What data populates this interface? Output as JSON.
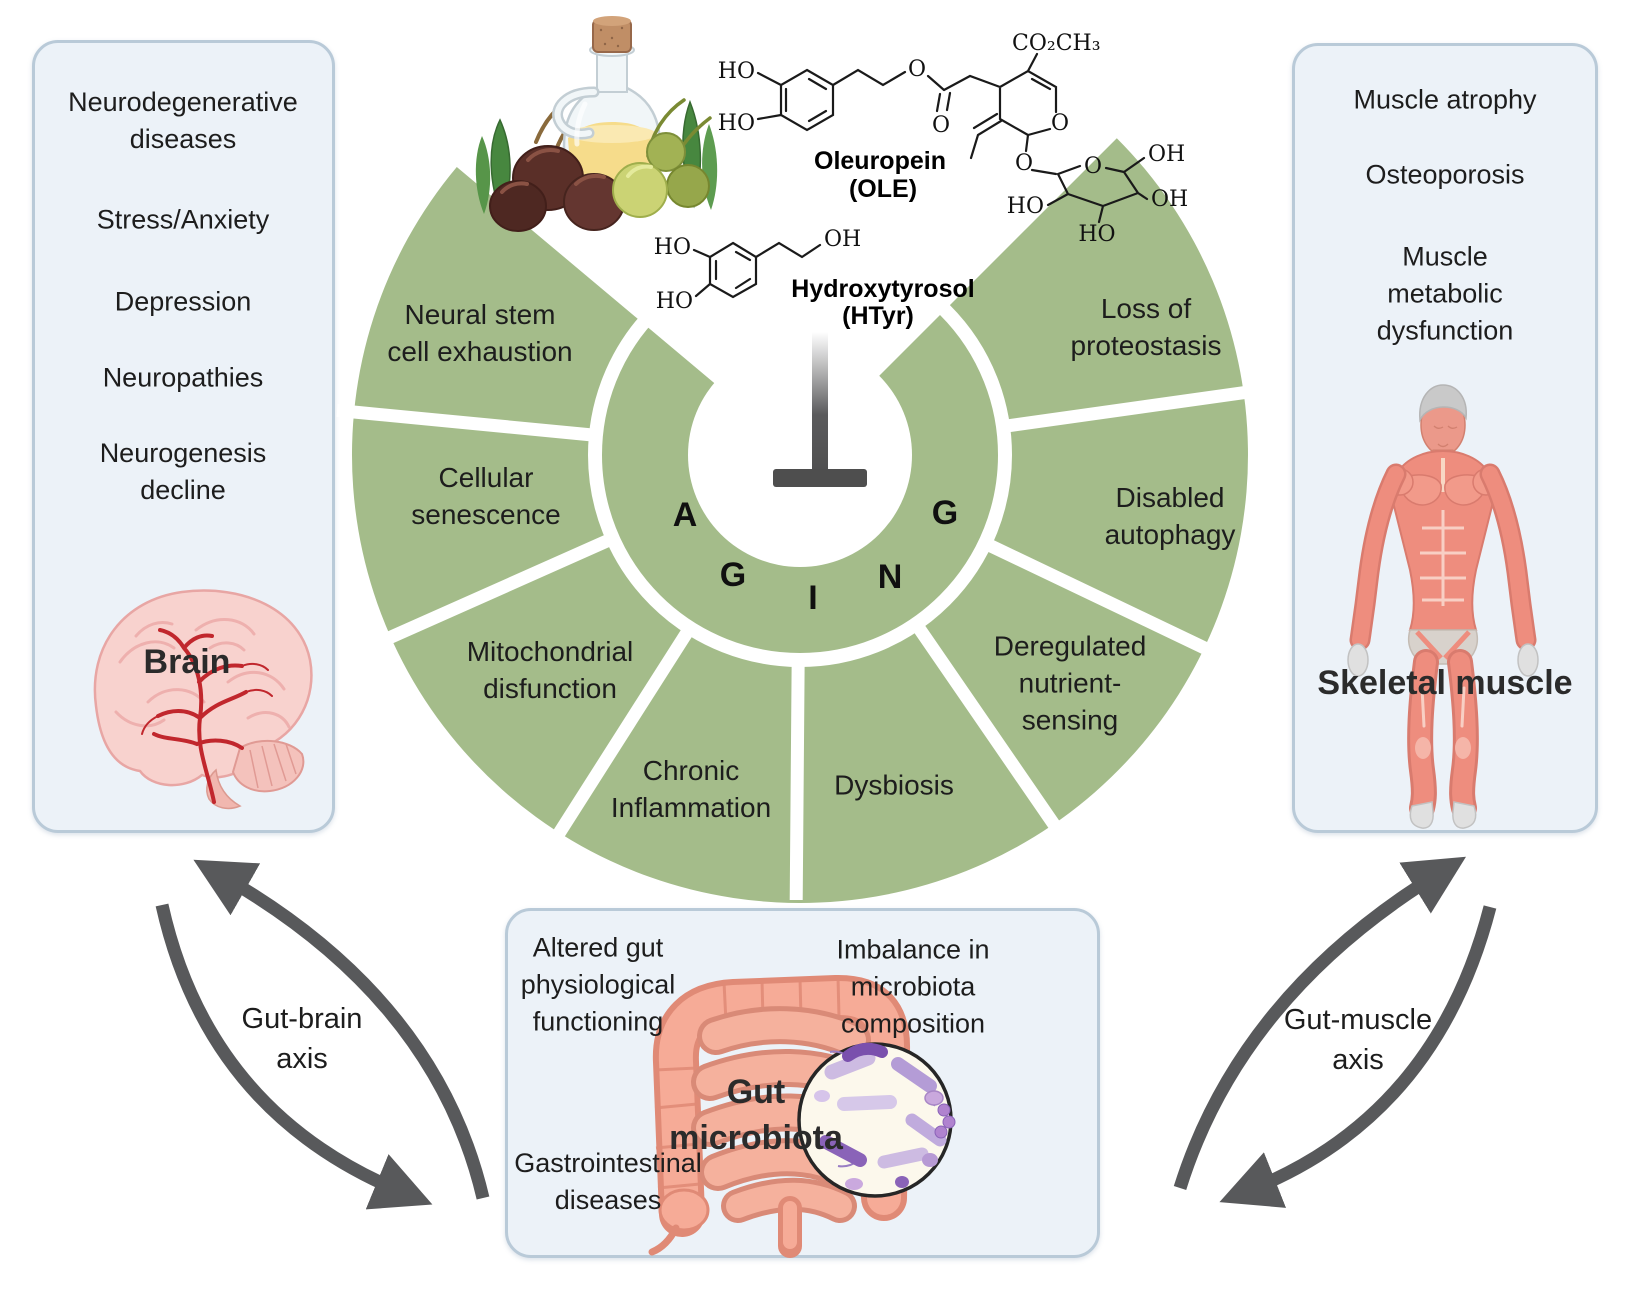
{
  "brain_panel": {
    "items": [
      "Neurodegenerative\ndiseases",
      "Stress/Anxiety",
      "Depression",
      "Neuropathies",
      "Neurogenesis\ndecline"
    ],
    "caption": "Brain"
  },
  "muscle_panel": {
    "items": [
      "Muscle atrophy",
      "Osteoporosis",
      "Muscle\nmetabolic\ndysfunction"
    ],
    "caption": "Skeletal muscle"
  },
  "gut_panel": {
    "altered": "Altered gut\nphysiological\nfunctioning",
    "imbalance": "Imbalance in\nmicrobiota\ncomposition",
    "gastro": "Gastrointestinal\ndiseases",
    "caption": "Gut\nmicrobiota"
  },
  "wheel": {
    "letters": [
      "A",
      "G",
      "I",
      "N",
      "G"
    ],
    "segments": [
      "Neural stem\ncell exhaustion",
      "Cellular\nsenescence",
      "Mitochondrial\ndisfunction",
      "Chronic\nInflammation",
      "Dysbiosis",
      "Deregulated\nnutrient-\nsensing",
      "Disabled\nautophagy",
      "Loss of\nproteostasis"
    ]
  },
  "axes": {
    "gut_brain": "Gut-brain\naxis",
    "gut_muscle": "Gut-muscle\naxis"
  },
  "compounds": {
    "oleuropein_name": "Oleuropein",
    "oleuropein_abbr": "(OLE)",
    "hydroxytyrosol_name": "Hydroxytyrosol",
    "hydroxytyrosol_abbr": "(HTyr)",
    "ole_atoms": [
      "HO",
      "HO",
      "O",
      "O",
      "CO₂CH₃",
      "O",
      "O",
      "O",
      "OH",
      "OH",
      "HO",
      "HO"
    ],
    "htyr_atoms": [
      "HO",
      "HO",
      "OH"
    ]
  },
  "colors": {
    "wheel_green": "#a4bc8a",
    "panel_bg": "#ecf2f8",
    "panel_border": "#b9cad8",
    "arrow_gray": "#58595b",
    "inhibitor_gray": "#4e4e4e",
    "text": "#1d1d1d"
  }
}
